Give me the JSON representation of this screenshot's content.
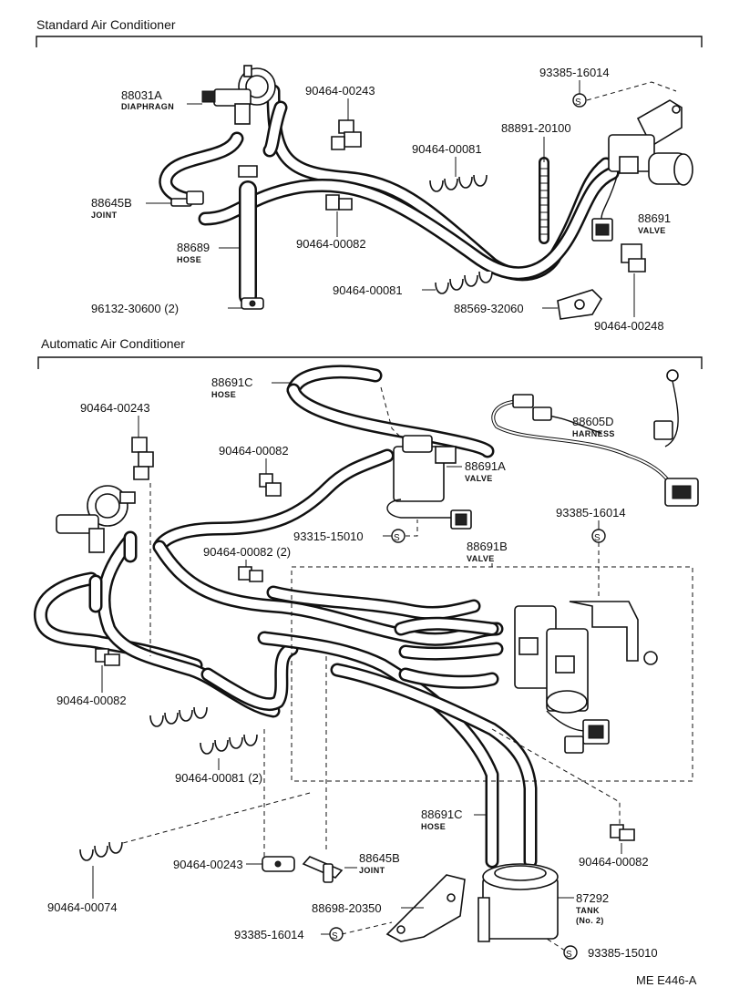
{
  "sections": {
    "standard": "Standard Air Conditioner",
    "automatic": "Automatic Air Conditioner"
  },
  "labels": {
    "std_88031A": "88031A",
    "std_diaphragm": "DIAPHRAGN",
    "std_88645B": "88645B",
    "std_joint": "JOINT",
    "std_88689": "88689",
    "std_hose": "HOSE",
    "std_96132": "96132-30600  (2)",
    "std_90464_00243": "90464-00243",
    "std_90464_00081a": "90464-00081",
    "std_90464_00082": "90464-00082",
    "std_90464_00081b": "90464-00081",
    "std_93385_16014": "93385-16014",
    "std_88891": "88891-20100",
    "std_88691": "88691",
    "std_valve": "VALVE",
    "std_88569": "88569-32060",
    "std_90464_00248": "90464-00248",
    "auto_88691C_top": "88691C",
    "auto_hose_top": "HOSE",
    "auto_90464_00243_top": "90464-00243",
    "auto_90464_00082_a": "90464-00082",
    "auto_88691A": "88691A",
    "auto_valveA": "VALVE",
    "auto_93315": "93315-15010",
    "auto_88605D": "88605D",
    "auto_harness": "HARNESS",
    "auto_93385_16014_top": "93385-16014",
    "auto_90464_00082_2": "90464-00082  (2)",
    "auto_88691B": "88691B",
    "auto_valveB": "VALVE",
    "auto_90464_00082_left": "90464-00082",
    "auto_90464_00081_2": "90464-00081  (2)",
    "auto_88691C_bottom": "88691C",
    "auto_hose_bottom": "HOSE",
    "auto_90464_00082_right": "90464-00082",
    "auto_90464_00243_bottom": "90464-00243",
    "auto_88645B": "88645B",
    "auto_joint": "JOINT",
    "auto_90464_00074": "90464-00074",
    "auto_88698": "88698-20350",
    "auto_87292": "87292",
    "auto_tank": "TANK",
    "auto_no2": "(No. 2)",
    "auto_93385_16014_bottom": "93385-16014",
    "auto_93385_15010": "93385-15010",
    "screw_mark": "S",
    "code": "ME E446-A"
  }
}
